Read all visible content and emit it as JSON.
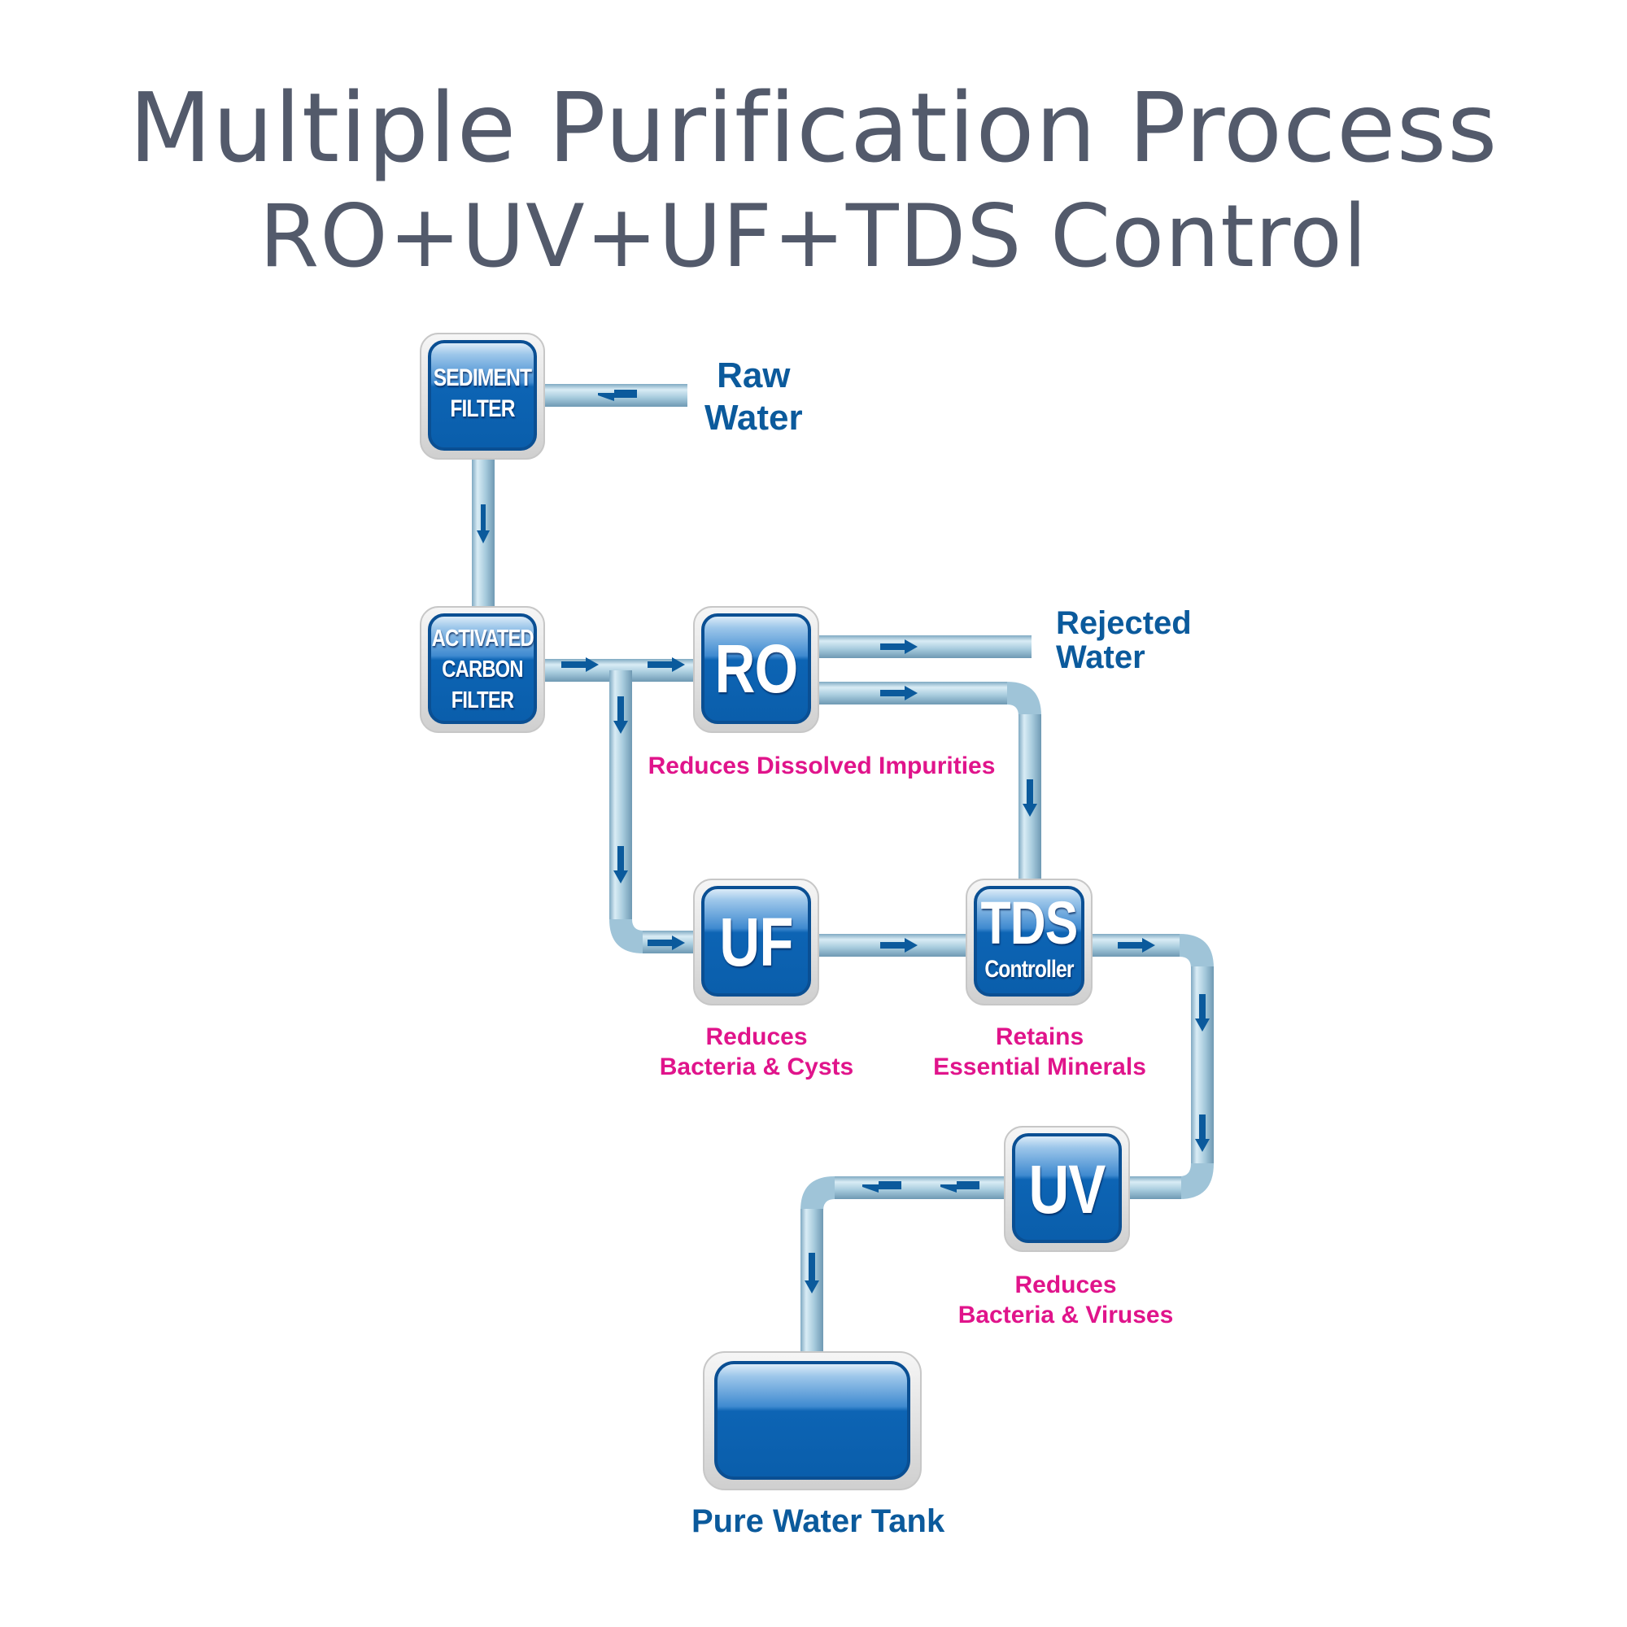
{
  "title": {
    "line1": "Multiple Purification Process",
    "line2": "RO+UV+UF+TDS Control"
  },
  "colors": {
    "title": "#535a6b",
    "label_blue": "#0b5a9c",
    "description_pink": "#e0148b",
    "box_blue": "#0d64b4",
    "pipe": "#a9cde0",
    "arrow": "#0b5a9c"
  },
  "stages": {
    "sediment": {
      "line1": "SEDIMENT",
      "line2": "FILTER"
    },
    "carbon": {
      "line1": "ACTIVATED",
      "line2": "CARBON",
      "line3": "FILTER"
    },
    "ro": {
      "label": "RO",
      "description": "Reduces Dissolved Impurities"
    },
    "uf": {
      "label": "UF",
      "description_line1": "Reduces",
      "description_line2": "Bacteria & Cysts"
    },
    "tds": {
      "label": "TDS",
      "sublabel": "Controller",
      "description_line1": "Retains",
      "description_line2": "Essential Minerals"
    },
    "uv": {
      "label": "UV",
      "description_line1": "Reduces",
      "description_line2": "Bacteria & Viruses"
    },
    "tank": {
      "label": "Pure Water Tank"
    }
  },
  "endpoints": {
    "raw_water": {
      "line1": "Raw",
      "line2": "Water"
    },
    "rejected_water": {
      "line1": "Rejected",
      "line2": "Water"
    }
  },
  "flow": [
    "Raw Water -> Sediment Filter",
    "Sediment Filter -> Activated Carbon Filter",
    "Activated Carbon Filter -> RO",
    "Activated Carbon Filter -> UF",
    "RO -> Rejected Water",
    "RO -> TDS Controller",
    "UF -> TDS Controller",
    "TDS Controller -> UV",
    "UV -> Pure Water Tank"
  ]
}
